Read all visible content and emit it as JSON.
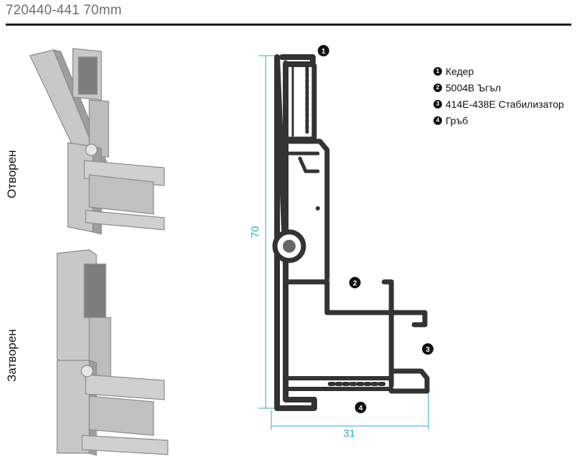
{
  "header": {
    "title": "720440-441 70mm"
  },
  "views": {
    "open_label": "Отворен",
    "closed_label": "Затворен"
  },
  "dimensions": {
    "height_label": "70",
    "width_label": "31"
  },
  "callouts": [
    "1",
    "2",
    "3",
    "4"
  ],
  "legend": [
    {
      "num": "1",
      "text": "Кедер"
    },
    {
      "num": "2",
      "text": "5004B Ъгъл"
    },
    {
      "num": "3",
      "text": "414E-438E Стабилизатор"
    },
    {
      "num": "4",
      "text": "Гръб"
    }
  ],
  "colors": {
    "dimension": "#29a9d6",
    "profile": "#3a3a3a",
    "render": "#bdbdbd"
  }
}
